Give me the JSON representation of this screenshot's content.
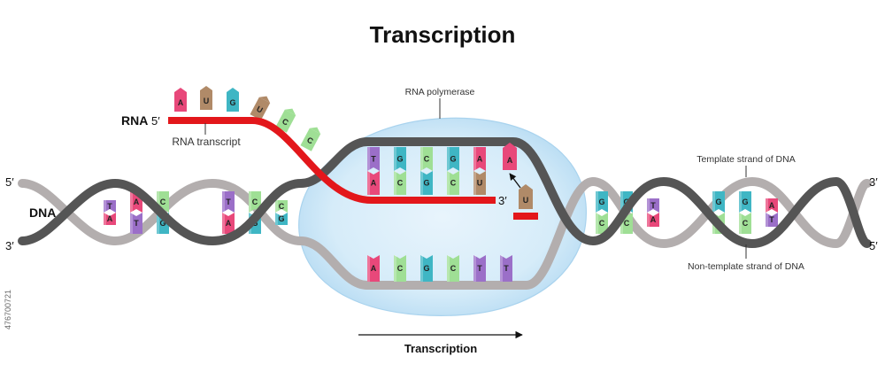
{
  "title": "Transcription",
  "labels": {
    "rna": "RNA",
    "rna_5prime": "5′",
    "rna_transcript": "RNA transcript",
    "rna_polymerase": "RNA polymerase",
    "rna_3prime": "3′",
    "dna": "DNA",
    "dna_left_top": "5′",
    "dna_left_bottom": "3′",
    "dna_right_top": "3′",
    "dna_right_bottom": "5′",
    "template_strand": "Template strand of DNA",
    "non_template_strand": "Non-template strand of DNA",
    "arrow_label": "Transcription",
    "image_id": "476700721"
  },
  "colors": {
    "A": "#e8487a",
    "U": "#b08a68",
    "G": "#3fb6c4",
    "C": "#9fdf95",
    "T": "#9b6fc8",
    "rna_strand": "#e3171b",
    "template_backbone": "#555555",
    "nontemplate_backbone": "#b3aeae",
    "polymerase": "#cfe8f7"
  },
  "free_nucleotides": [
    "A",
    "U",
    "G",
    "U",
    "C",
    "C"
  ],
  "left_pairs": [
    {
      "top": "T",
      "bottom": "A"
    },
    {
      "top": "A",
      "bottom": "T"
    },
    {
      "top": "C",
      "bottom": "G"
    },
    {
      "top": "T",
      "bottom": "A"
    },
    {
      "top": "C",
      "bottom": "G"
    },
    {
      "top": "C",
      "bottom": "G"
    }
  ],
  "bubble_pairs": [
    {
      "top": "T",
      "bottom": "A"
    },
    {
      "top": "G",
      "bottom": "C"
    },
    {
      "top": "C",
      "bottom": "G"
    },
    {
      "top": "G",
      "bottom": "C"
    },
    {
      "top": "A",
      "bottom": "U"
    }
  ],
  "incoming_template": "A",
  "incoming_rna": "U",
  "non_template_bases": [
    "A",
    "C",
    "G",
    "C",
    "T",
    "T"
  ],
  "right_pairs": [
    {
      "top": "G",
      "bottom": "C"
    },
    {
      "top": "G",
      "bottom": "C"
    },
    {
      "top": "T",
      "bottom": "A"
    },
    {
      "top": "G",
      "bottom": "C"
    },
    {
      "top": "G",
      "bottom": "C"
    },
    {
      "top": "A",
      "bottom": "T"
    }
  ]
}
